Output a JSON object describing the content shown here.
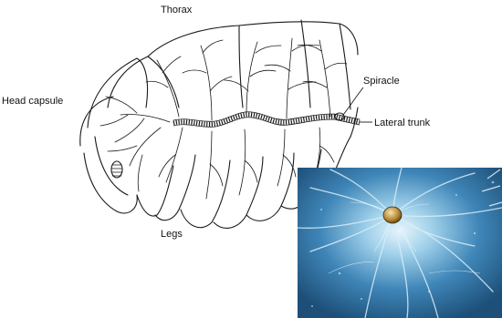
{
  "diagram": {
    "labels": {
      "thorax": "Thorax",
      "head_capsule": "Head capsule",
      "spiracle": "Spiracle",
      "lateral_trunk": "Lateral trunk",
      "legs": "Legs"
    }
  },
  "photo": {
    "colors": {
      "background": "#3f86b8",
      "highlight": "#cfe9f7",
      "spiracle": "#b88a3a"
    }
  }
}
